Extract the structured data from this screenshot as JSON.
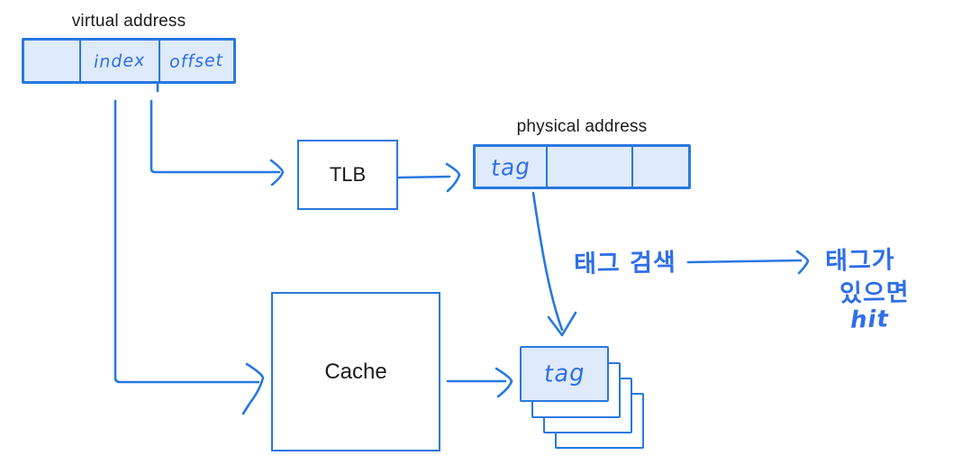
{
  "diagram": {
    "virtual_address": {
      "title": "virtual address",
      "cells": [
        {
          "label": ""
        },
        {
          "label": "index"
        },
        {
          "label": "offset"
        }
      ]
    },
    "tlb": {
      "label": "TLB"
    },
    "physical_address": {
      "title": "physical address",
      "cells": [
        {
          "label": "tag"
        },
        {
          "label": ""
        },
        {
          "label": ""
        }
      ]
    },
    "cache": {
      "label": "Cache"
    },
    "tag_stack": {
      "front_label": "tag",
      "card_count": 4
    },
    "annotations": {
      "tag_search": "태그 검색",
      "hit_line1": "태그가",
      "hit_line2": "있으면",
      "hit_line3": "hit"
    },
    "colors": {
      "stroke_blue": "#2878e0",
      "fill_light_blue": "#dfeafa",
      "handwriting_blue": "#2e6ee8",
      "text_black": "#1b1b1d"
    }
  }
}
